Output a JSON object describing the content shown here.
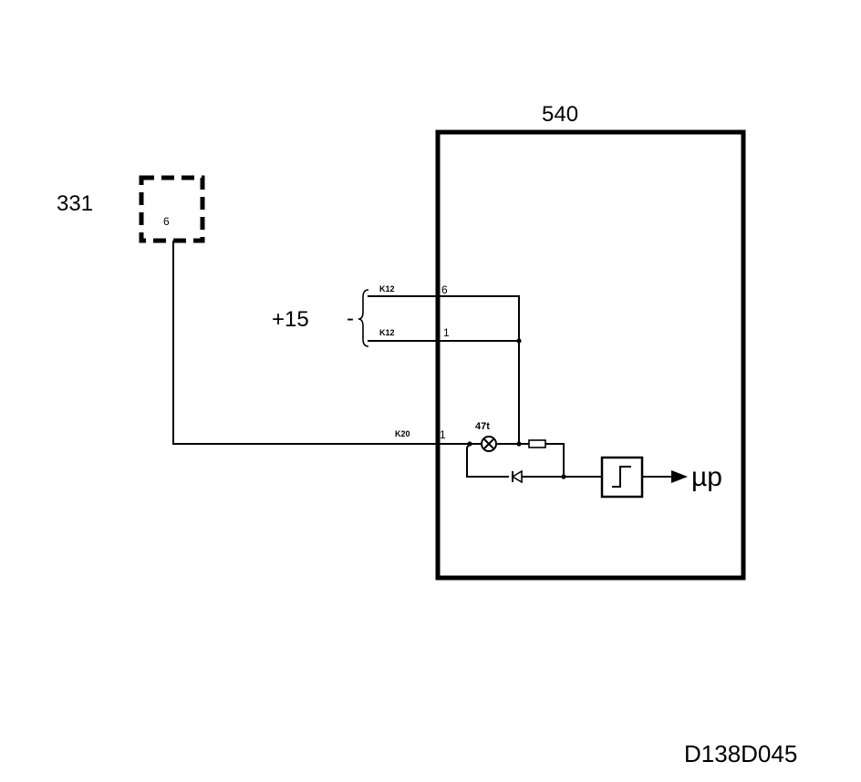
{
  "diagram": {
    "module_main": {
      "label": "540"
    },
    "module_sensor": {
      "label": "331",
      "pin": "6"
    },
    "supply": {
      "label": "+15",
      "minus_sign": "-"
    },
    "connectors": {
      "upper": {
        "name": "K12",
        "pin": "6"
      },
      "lower": {
        "name": "K12",
        "pin": "1"
      },
      "signal": {
        "name": "K20",
        "pin": "1"
      }
    },
    "lamp": {
      "label": "47t"
    },
    "output": {
      "label": "µp"
    },
    "drawing_id": "D138D045",
    "colors": {
      "ink": "#000000",
      "background": "#ffffff"
    }
  }
}
